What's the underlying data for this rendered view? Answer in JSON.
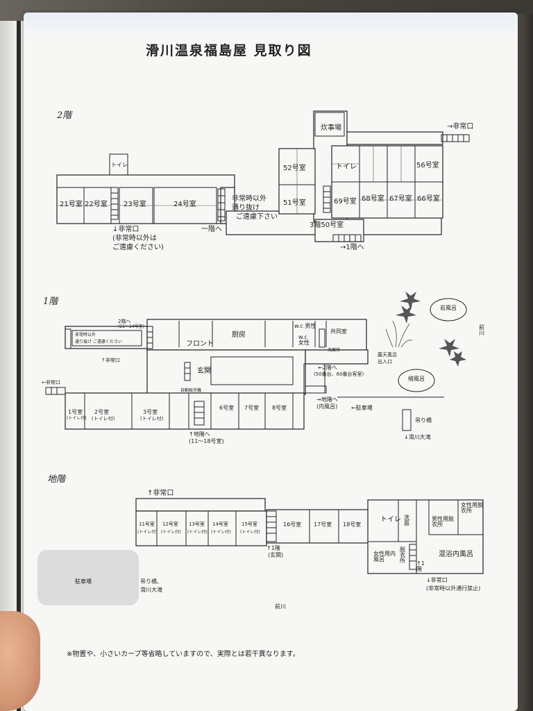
{
  "title": "滑川温泉福島屋 見取り図",
  "floors": {
    "f2": {
      "label": "2階",
      "rooms": {
        "r21": "21号室",
        "r22": "22号室",
        "r23": "23号室",
        "r24": "24号室",
        "r52": "52号室",
        "r51": "51号室",
        "r69": "69号室",
        "r68": "68号室",
        "r67": "67号室",
        "r66": "66号室",
        "r56": "56号室"
      },
      "toilet_a": "トイレ",
      "toilet_b": "トイレ",
      "kitchen": "炊事場",
      "emergency_exit_top": "→非常口",
      "emergency_left": "↓非常口",
      "emergency_note_1": "(非常時以外は",
      "emergency_note_2": "ご遠慮ください)",
      "pass_note_1": "非常時以外",
      "pass_note_2": "通り抜け",
      "pass_note_3": "ご遠慮下さい",
      "to_1f": "一階へ",
      "room50": "3階50号室",
      "to_1f_b": "→1階へ"
    },
    "f1": {
      "label": "1階",
      "front": "フロント",
      "kitchen": "厨房",
      "entrance": "玄関",
      "wc_men": "w.c 男性",
      "wc_women": "w.c 女性",
      "shared": "共同室",
      "washroom": "洗面所",
      "to_2f_top": "2階へ",
      "to_2f_top_sub": "(21〜24号室)",
      "no_pass": "非常時以外",
      "no_pass_2": "通り抜け ご遠慮ください",
      "emerg_small": "↑非常口",
      "emerg_left": "←非常口",
      "vending": "自動販売機",
      "rooms": {
        "r1": "1号室",
        "r1sub": "(トイレ付)",
        "r2": "2号室",
        "r2sub": "(トイレ付)",
        "r3": "3号室",
        "r3sub": "(トイレ付)",
        "r6": "6号室",
        "r7": "7号室",
        "r8": "8号室"
      },
      "basement_stair": "↑地階へ",
      "basement_stair_sub": "(11〜18号室)",
      "to_2f": "←2階へ",
      "to_2f_sub": "(50番台、60番台客室)",
      "rotenburo": "露天風呂",
      "rotenburo_2": "出入口",
      "to_basement_bath": "→地階へ",
      "to_basement_bath_sub": "(内風呂)",
      "parking_arrow": "←駐車場",
      "rock_bath": "岩風呂",
      "cedar_bath": "檜風呂",
      "suspension": "吊り橋",
      "waterfall": "↓滑川大滝",
      "river": "前川"
    },
    "b1": {
      "label": "地階",
      "emergency_top": "↑非常口",
      "rooms": {
        "r11": "11号室",
        "r11sub": "(トイレ付)",
        "r12": "12号室",
        "r12sub": "(トイレ付)",
        "r13": "13号室",
        "r13sub": "(トイレ付)",
        "r14": "14号室",
        "r14sub": "(トイレ付)",
        "r15": "15号室",
        "r15sub": "(トイレ付)",
        "r16": "16号室",
        "r17": "17号室",
        "r18": "18号室"
      },
      "toilet": "トイレ",
      "wash": "洗面",
      "mens_dressing": "男性用脱衣所",
      "womens_dressing": "女性用脱衣所",
      "womens_bath": "女性用内風呂",
      "dressing": "脱衣所",
      "mixed_bath": "混浴内風呂",
      "to_1f": "↑1階",
      "to_1f_sub": "(玄関)",
      "to_1f_b": "↑1階",
      "emergency": "↓非常口",
      "emergency_sub": "(非常時以外通行禁止)",
      "suspension": "吊り橋、",
      "waterfall": "滑川大滝",
      "river": "前川"
    }
  },
  "parking": "駐車場",
  "footnote": "※物置や、小さいカーブ等省略していますので、実際とは若干異なります。"
}
